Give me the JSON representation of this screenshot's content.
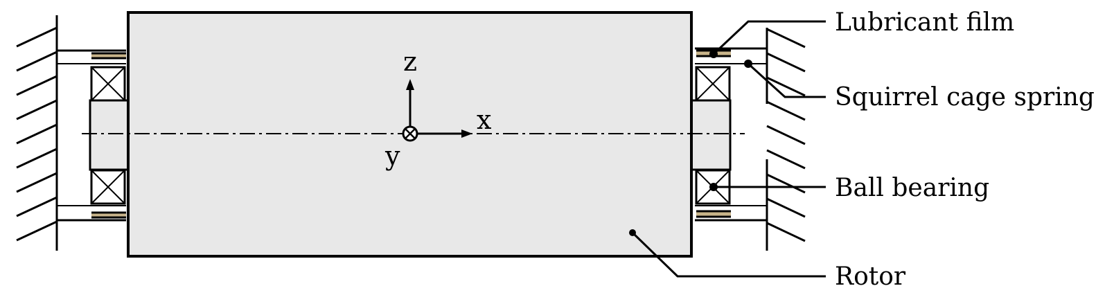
{
  "axes": {
    "x": "x",
    "y": "y",
    "z": "z"
  },
  "labels": {
    "lubricant_film": "Lubricant film",
    "squirrel_cage_spring": "Squirrel cage spring",
    "ball_bearing": "Ball bearing",
    "rotor": "Rotor"
  },
  "colors": {
    "rotor_fill": "#e8e8e8",
    "line": "#000000",
    "film": "#c8b48a"
  }
}
